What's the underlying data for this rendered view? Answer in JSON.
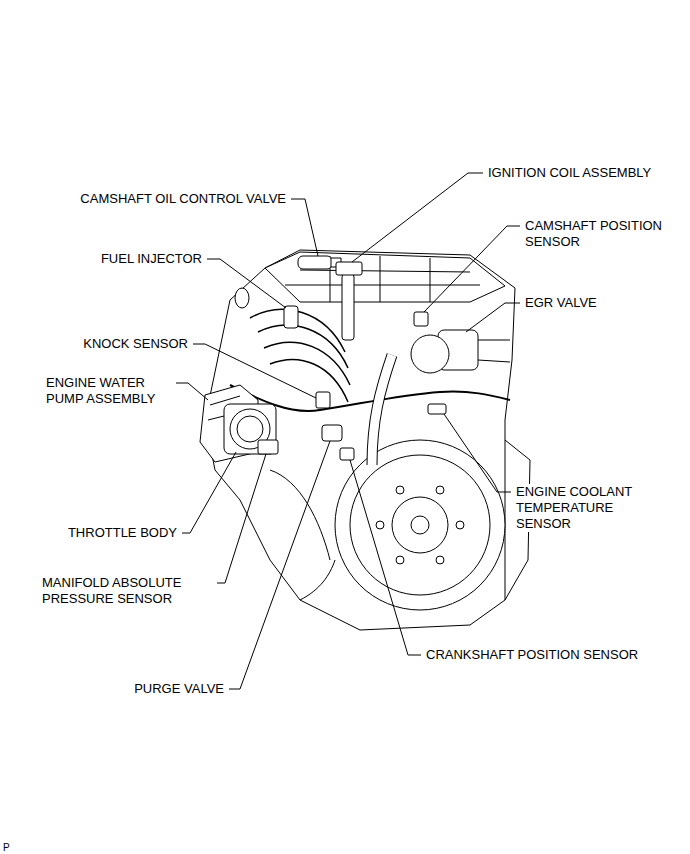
{
  "diagram": {
    "labels": [
      "CAMSHAFT OIL CONTROL VALVE",
      "IGNITION COIL ASSEMBLY",
      "CAMSHAFT POSITION SENSOR",
      "FUEL INJECTOR",
      "EGR VALVE",
      "KNOCK SENSOR",
      "ENGINE WATER PUMP ASSEMBLY",
      "ENGINE COOLANT TEMPERATURE SENSOR",
      "THROTTLE BODY",
      "MANIFOLD ABSOLUTE PRESSURE SENSOR",
      "CRANKSHAFT POSITION SENSOR",
      "PURGE VALVE",
      "P"
    ]
  }
}
